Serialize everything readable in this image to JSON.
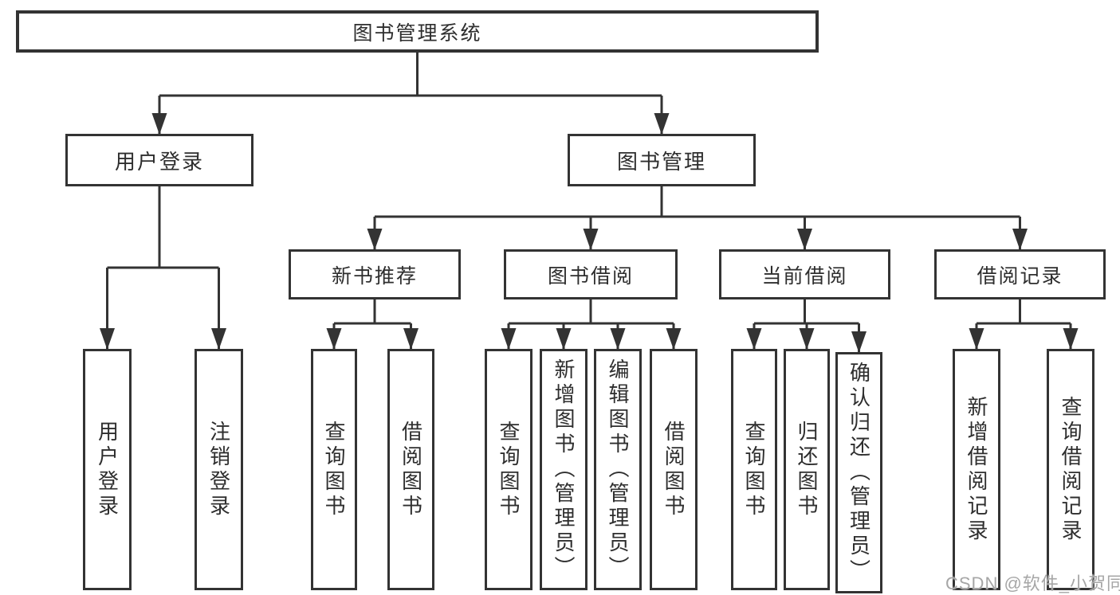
{
  "tree": {
    "label": "图书管理系统",
    "children": [
      {
        "label": "用户登录",
        "children": [
          {
            "label": "用户登录"
          },
          {
            "label": "注销登录"
          }
        ]
      },
      {
        "label": "图书管理",
        "children": [
          {
            "label": "新书推荐",
            "children": [
              {
                "label": "查询图书"
              },
              {
                "label": "借阅图书"
              }
            ]
          },
          {
            "label": "图书借阅",
            "children": [
              {
                "label": "查询图书"
              },
              {
                "label": "新增图书（管理员）"
              },
              {
                "label": "编辑图书（管理员）"
              },
              {
                "label": "借阅图书"
              }
            ]
          },
          {
            "label": "当前借阅",
            "children": [
              {
                "label": "查询图书"
              },
              {
                "label": "归还图书"
              },
              {
                "label": "确认归还（管理员）"
              }
            ]
          },
          {
            "label": "借阅记录",
            "children": [
              {
                "label": "新增借阅记录"
              },
              {
                "label": "查询借阅记录"
              }
            ]
          }
        ]
      }
    ]
  },
  "watermark": "CSDN @软件_小贺同学",
  "colors": {
    "line": "#333333",
    "text": "#2e2e2e",
    "watermark": "#a6a6a6",
    "background": "#ffffff"
  }
}
